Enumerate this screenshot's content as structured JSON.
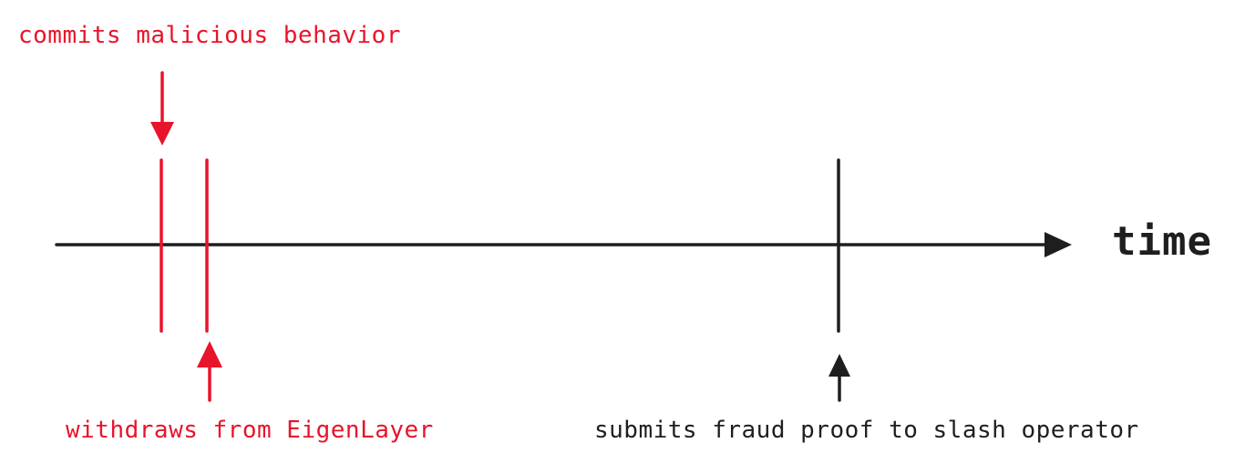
{
  "diagram": {
    "axis_label": "time",
    "events": {
      "malicious": "commits malicious behavior",
      "withdraw": "withdraws from EigenLayer",
      "fraud_proof": "submits fraud proof to slash operator"
    },
    "colors": {
      "red": "#e8142b",
      "dark": "#1e1e1e",
      "background": "#ffffff"
    }
  }
}
